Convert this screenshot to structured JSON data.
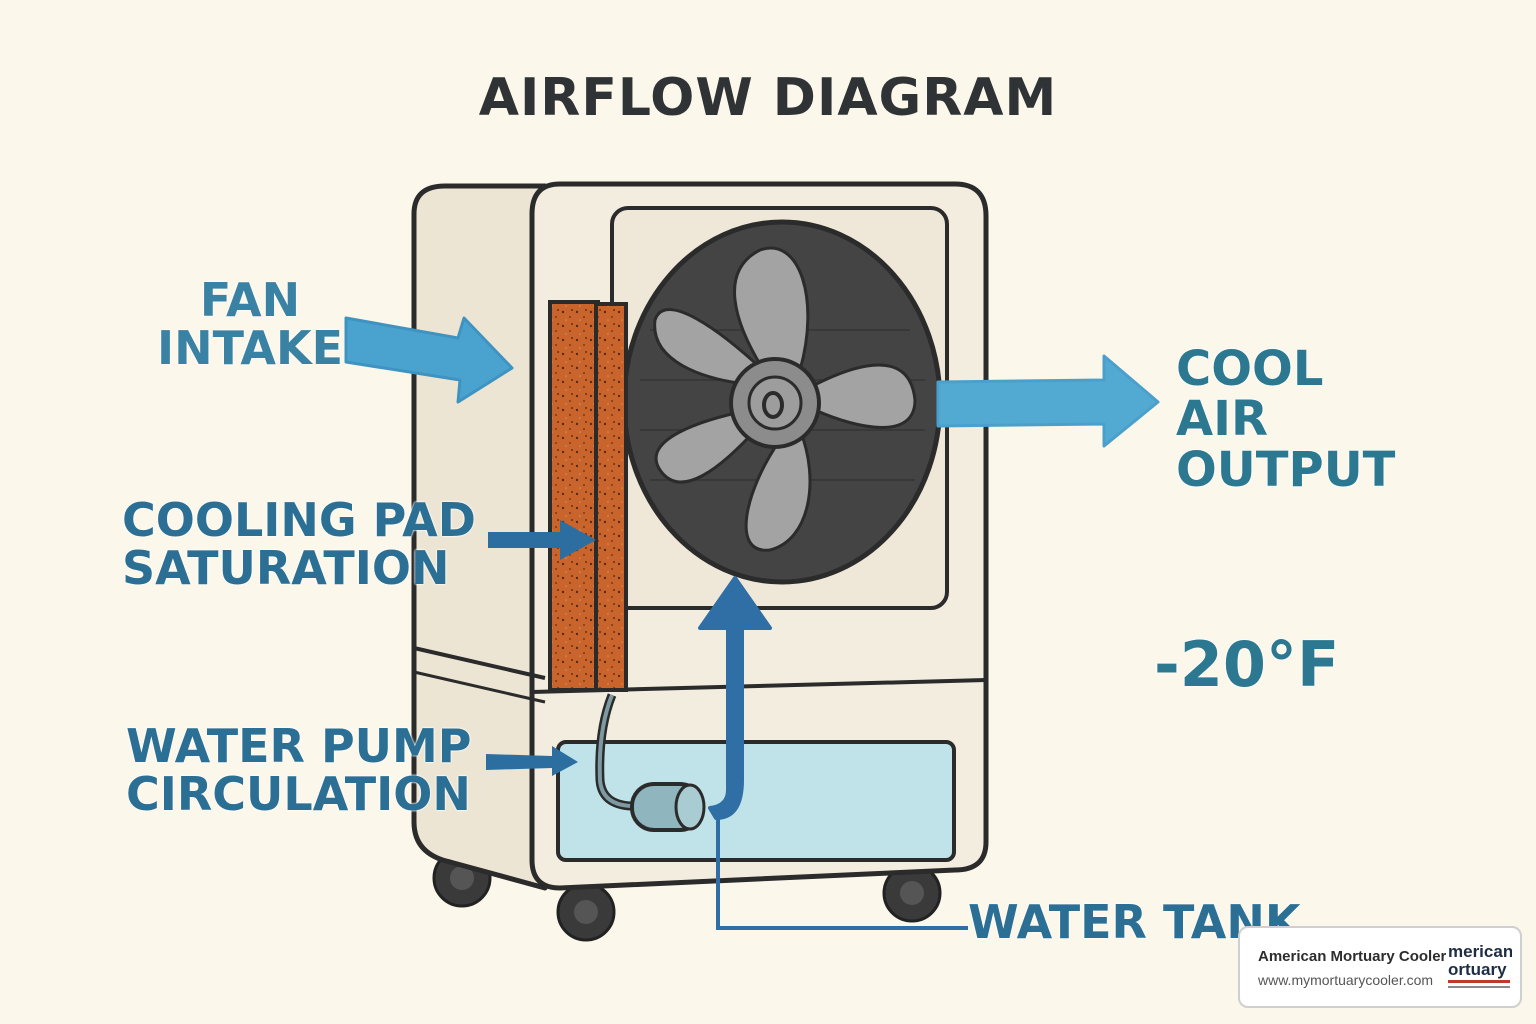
{
  "title": "AIRFLOW DIAGRAM",
  "labels": {
    "fan_intake": [
      "FAN",
      "INTAKE"
    ],
    "cooling_pad": [
      "COOLING PAD",
      "SATURATION"
    ],
    "water_pump": [
      "WATER PUMP",
      "CIRCULATION"
    ],
    "cool_air": [
      "COOL",
      "AIR",
      "OUTPUT"
    ],
    "temperature": "-20°F",
    "water_tank": "WATER TANK"
  },
  "watermark": {
    "name": "American Mortuary Coolers",
    "url": "www.mymortuarycooler.com",
    "logo_text": [
      "merican",
      "ortuary"
    ]
  },
  "colors": {
    "background": "#fbf7ea",
    "body": "#f1ebdc",
    "outline": "#2b2b2b",
    "pad": "#c8642c",
    "fan": "#9a9a9a",
    "water": "#bfe3e8",
    "arrow_light": "#4aa3cf",
    "arrow_dark": "#2c6ea0",
    "label": "#2c6f95"
  }
}
